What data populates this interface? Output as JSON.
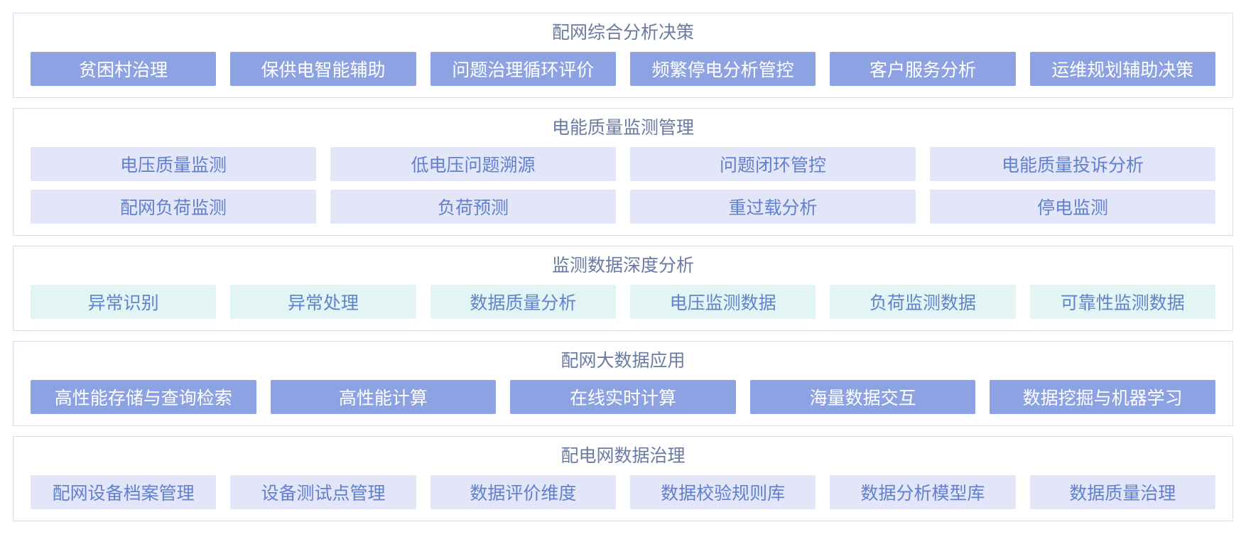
{
  "page": {
    "colors": {
      "solid_blue_bg": "#8ca2e2",
      "solid_blue_text": "#ffffff",
      "lavender_bg": "#e2e6f8",
      "lavender_text": "#6180ce",
      "teal_bg": "#e2f4f4",
      "teal_text": "#6083cd",
      "title_text": "#6a7aa3",
      "section_border": "#d8dce8"
    },
    "sections": [
      {
        "id": "comprehensive-analysis-decision",
        "title": "配网综合分析决策",
        "style": "solid-blue",
        "rows": [
          [
            "贫困村治理",
            "保供电智能辅助",
            "问题治理循环评价",
            "频繁停电分析管控",
            "客户服务分析",
            "运维规划辅助决策"
          ]
        ]
      },
      {
        "id": "power-quality-monitoring-management",
        "title": "电能质量监测管理",
        "style": "lavender",
        "rows": [
          [
            "电压质量监测",
            "低电压问题溯源",
            "问题闭环管控",
            "电能质量投诉分析"
          ],
          [
            "配网负荷监测",
            "负荷预测",
            "重过载分析",
            "停电监测"
          ]
        ]
      },
      {
        "id": "monitoring-data-deep-analysis",
        "title": "监测数据深度分析",
        "style": "teal",
        "rows": [
          [
            "异常识别",
            "异常处理",
            "数据质量分析",
            "电压监测数据",
            "负荷监测数据",
            "可靠性监测数据"
          ]
        ]
      },
      {
        "id": "distribution-big-data-application",
        "title": "配网大数据应用",
        "style": "solid-blue",
        "rows": [
          [
            "高性能存储与查询检索",
            "高性能计算",
            "在线实时计算",
            "海量数据交互",
            "数据挖掘与机器学习"
          ]
        ]
      },
      {
        "id": "distribution-network-data-governance",
        "title": "配电网数据治理",
        "style": "lavender",
        "rows": [
          [
            "配网设备档案管理",
            "设备测试点管理",
            "数据评价维度",
            "数据校验规则库",
            "数据分析模型库",
            "数据质量治理"
          ]
        ]
      }
    ]
  }
}
